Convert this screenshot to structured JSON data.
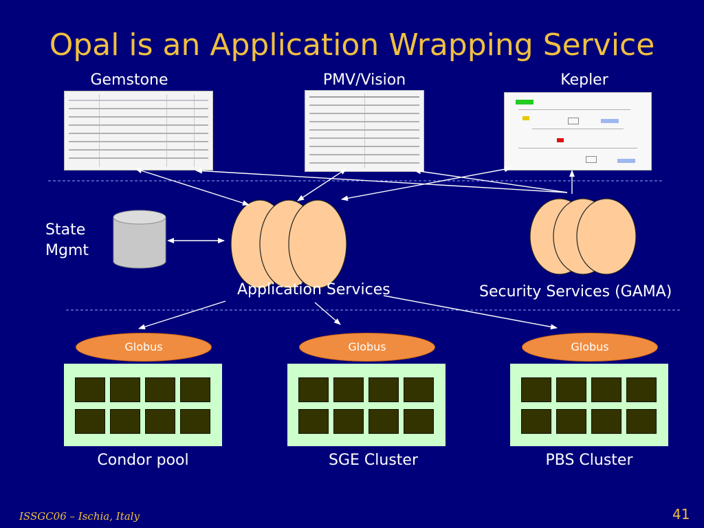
{
  "title": "Opal is an Application Wrapping Service",
  "clients": [
    {
      "label": "Gemstone"
    },
    {
      "label": "PMV/Vision"
    },
    {
      "label": "Kepler"
    }
  ],
  "state": {
    "line1": "State",
    "line2": "Mgmt"
  },
  "services": {
    "application": "Application Services",
    "security": "Security Services (GAMA)"
  },
  "middleware": {
    "globus_label": "Globus"
  },
  "clusters": [
    {
      "label": "Condor pool"
    },
    {
      "label": "SGE Cluster"
    },
    {
      "label": "PBS Cluster"
    }
  ],
  "footer": {
    "text": "ISSGC06 – Ischia, Italy",
    "page": "41"
  },
  "colors": {
    "background": "#00007a",
    "title": "#f0c040",
    "service_ellipse": "#ffcc99",
    "globus": "#f08c40",
    "cluster": "#ccffcc",
    "node": "#333300"
  }
}
